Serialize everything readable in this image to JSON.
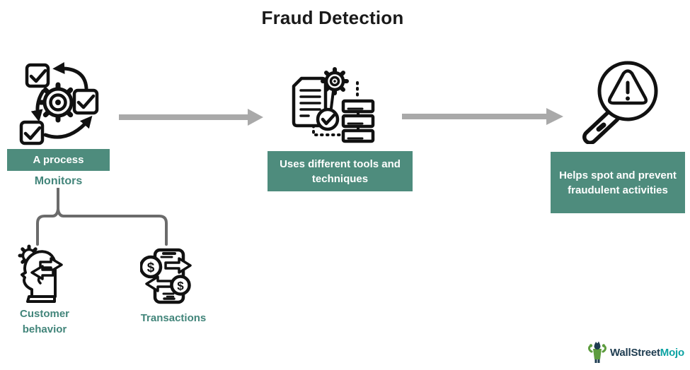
{
  "title": "Fraud Detection",
  "stages": [
    {
      "id": "process",
      "icon": "process-cycle-icon",
      "label": "A process",
      "sublabel": "Monitors"
    },
    {
      "id": "tools",
      "icon": "document-gear-checklist-icon",
      "label": "Uses different tools and techniques"
    },
    {
      "id": "outcome",
      "icon": "magnifier-warning-icon",
      "label": "Helps spot and prevent fraudulent activities"
    }
  ],
  "monitor_branches": [
    {
      "id": "customer-behavior",
      "icon": "head-gear-arrows-icon",
      "label": "Customer behavior"
    },
    {
      "id": "transactions",
      "icon": "phone-money-transfer-icon",
      "label": "Transactions"
    }
  ],
  "icons": {
    "dollar": "$"
  },
  "logo": {
    "name": "WallStreetMojo",
    "text_dark": "WallStreet",
    "text_teal": "Mojo"
  },
  "colors": {
    "stage_box_teal": "#4e8c7d",
    "label_teal": "#42857a",
    "arrow_gray": "#a9a9a9",
    "bracket_gray": "#6b6b6b",
    "icon_ink": "#111111",
    "title_black": "#1a1a1a",
    "logo_dark": "#1e3c50",
    "logo_teal": "#0da3a3"
  }
}
